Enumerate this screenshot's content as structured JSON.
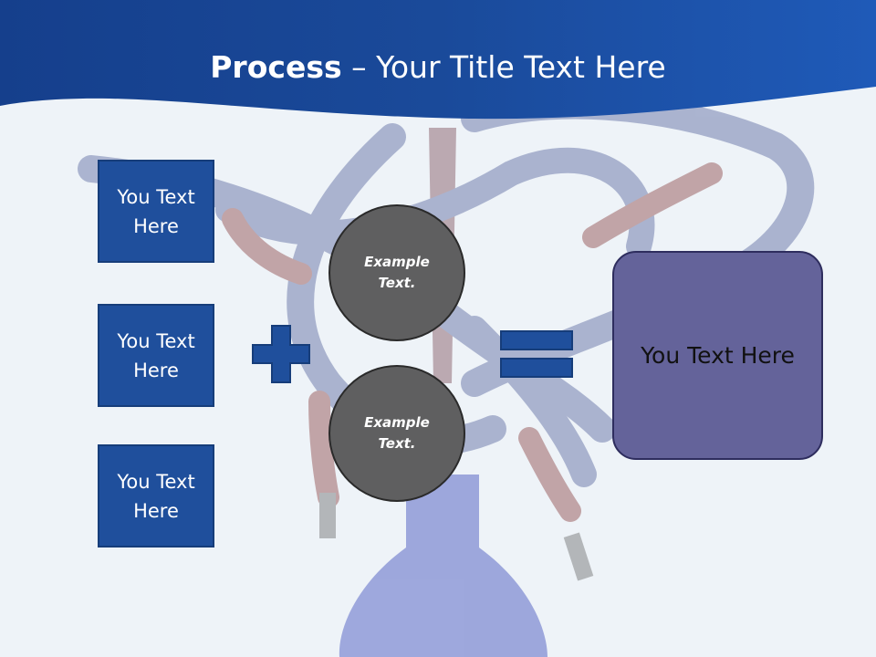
{
  "slide": {
    "title_bold": "Process",
    "title_rest": " – Your Title Text Here",
    "left_boxes": [
      {
        "label": "You Text Here"
      },
      {
        "label": "You Text Here"
      },
      {
        "label": "You Text Here"
      }
    ],
    "circles": [
      {
        "label": "Example Text."
      },
      {
        "label": "Example Text."
      }
    ],
    "result_label": "You Text Here"
  },
  "colors": {
    "header": "#1a4a9a",
    "box_fill": "#1f4f9c",
    "circle_fill": "#5f5f60",
    "result_fill": "#64639a",
    "background": "#eef3f8"
  },
  "icons": {
    "plus": "plus-icon",
    "equals": "equals-icon",
    "background": "hookah-image"
  }
}
